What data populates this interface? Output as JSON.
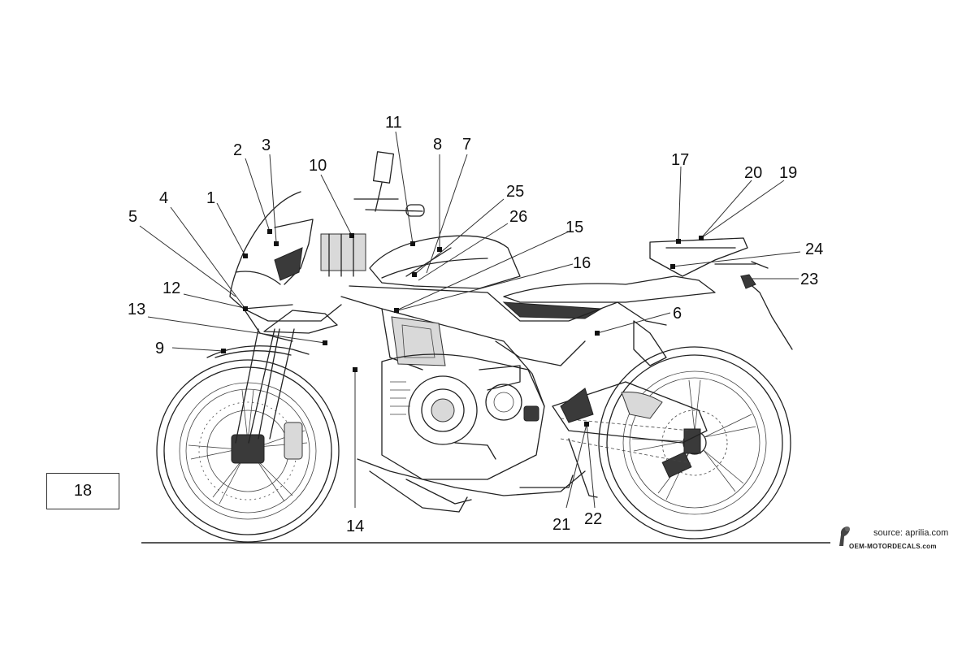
{
  "callouts": {
    "c1": "1",
    "c2": "2",
    "c3": "3",
    "c4": "4",
    "c5": "5",
    "c6": "6",
    "c7": "7",
    "c8": "8",
    "c9": "9",
    "c10": "10",
    "c11": "11",
    "c12": "12",
    "c13": "13",
    "c14": "14",
    "c15": "15",
    "c16": "16",
    "c17": "17",
    "c18": "18",
    "c19": "19",
    "c20": "20",
    "c21": "21",
    "c22": "22",
    "c23": "23",
    "c24": "24",
    "c25": "25",
    "c26": "26"
  },
  "credit": {
    "source": "source: aprilia.com",
    "site": "OEM-MOTORDECALS.com"
  }
}
